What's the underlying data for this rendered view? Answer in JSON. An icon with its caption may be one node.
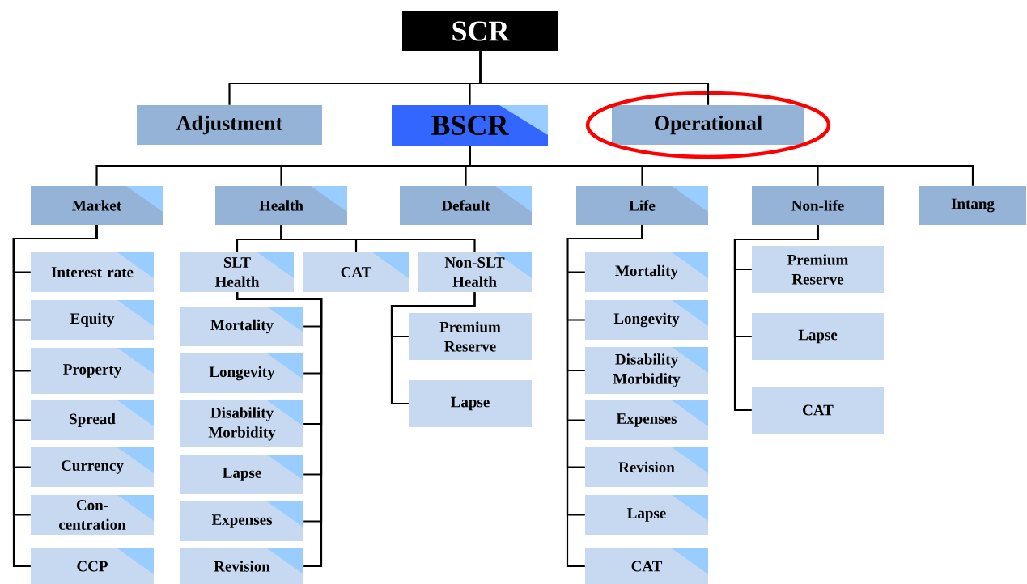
{
  "diagram": {
    "nodes": [
      {
        "text": [
          "SCR"
        ]
      },
      {
        "text": [
          "Adjustment"
        ]
      },
      {
        "text": [
          "BSCR"
        ]
      },
      {
        "text": [
          "Operational"
        ]
      },
      {
        "text": [
          "Market"
        ]
      },
      {
        "text": [
          "Health"
        ]
      },
      {
        "text": [
          "Default"
        ]
      },
      {
        "text": [
          "Life"
        ]
      },
      {
        "text": [
          "Non-life"
        ]
      },
      {
        "text": [
          "Intang"
        ]
      },
      {
        "text": [
          "Interest rate"
        ]
      },
      {
        "text": [
          "Equity"
        ]
      },
      {
        "text": [
          "Property"
        ]
      },
      {
        "text": [
          "Spread"
        ]
      },
      {
        "text": [
          "Currency"
        ]
      },
      {
        "text": [
          "Con- centration"
        ]
      },
      {
        "text": [
          "CCP"
        ]
      },
      {
        "text": [
          "SLT Health"
        ]
      },
      {
        "text": [
          "CAT"
        ]
      },
      {
        "text": [
          "Non-SLT Health"
        ]
      },
      {
        "text": [
          "Mortality"
        ]
      },
      {
        "text": [
          "Longevity"
        ]
      },
      {
        "text": [
          "Disability Morbidity"
        ]
      },
      {
        "text": [
          "Lapse"
        ]
      },
      {
        "text": [
          "Expenses"
        ]
      },
      {
        "text": [
          "Revision"
        ]
      },
      {
        "text": [
          "Premium Reserve"
        ]
      },
      {
        "text": [
          "Lapse"
        ]
      },
      {
        "text": [
          "Mortality"
        ]
      },
      {
        "text": [
          "Longevity"
        ]
      },
      {
        "text": [
          "Disability Morbidity"
        ]
      },
      {
        "text": [
          "Expenses"
        ]
      },
      {
        "text": [
          "Revision"
        ]
      },
      {
        "text": [
          "Lapse"
        ]
      },
      {
        "text": [
          "CAT"
        ]
      },
      {
        "text": [
          "Premium Reserve"
        ]
      },
      {
        "text": [
          "Lapse"
        ]
      },
      {
        "text": [
          "CAT"
        ]
      }
    ],
    "edges": [
      {
        "from": 0,
        "to": 1,
        "arrow": "none"
      },
      {
        "from": 0,
        "to": 2,
        "arrow": "none"
      },
      {
        "from": 0,
        "to": 3,
        "arrow": "none"
      },
      {
        "from": 2,
        "to": 4,
        "arrow": "none"
      },
      {
        "from": 2,
        "to": 5,
        "arrow": "none"
      },
      {
        "from": 2,
        "to": 6,
        "arrow": "none"
      },
      {
        "from": 2,
        "to": 7,
        "arrow": "none"
      },
      {
        "from": 2,
        "to": 8,
        "arrow": "none"
      },
      {
        "from": 2,
        "to": 9,
        "arrow": "none"
      },
      {
        "from": 4,
        "to": 10,
        "arrow": "none"
      },
      {
        "from": 4,
        "to": 11,
        "arrow": "none"
      },
      {
        "from": 4,
        "to": 12,
        "arrow": "none"
      },
      {
        "from": 4,
        "to": 13,
        "arrow": "none"
      },
      {
        "from": 4,
        "to": 14,
        "arrow": "none"
      },
      {
        "from": 4,
        "to": 15,
        "arrow": "none"
      },
      {
        "from": 4,
        "to": 16,
        "arrow": "none"
      },
      {
        "from": 5,
        "to": 17,
        "arrow": "none"
      },
      {
        "from": 5,
        "to": 18,
        "arrow": "none"
      },
      {
        "from": 5,
        "to": 19,
        "arrow": "none"
      },
      {
        "from": 17,
        "to": 20,
        "arrow": "none"
      },
      {
        "from": 17,
        "to": 21,
        "arrow": "none"
      },
      {
        "from": 17,
        "to": 22,
        "arrow": "none"
      },
      {
        "from": 17,
        "to": 23,
        "arrow": "none"
      },
      {
        "from": 17,
        "to": 24,
        "arrow": "none"
      },
      {
        "from": 17,
        "to": 25,
        "arrow": "none"
      },
      {
        "from": 19,
        "to": 26,
        "arrow": "none"
      },
      {
        "from": 19,
        "to": 27,
        "arrow": "none"
      },
      {
        "from": 7,
        "to": 28,
        "arrow": "none"
      },
      {
        "from": 7,
        "to": 29,
        "arrow": "none"
      },
      {
        "from": 7,
        "to": 30,
        "arrow": "none"
      },
      {
        "from": 7,
        "to": 31,
        "arrow": "none"
      },
      {
        "from": 7,
        "to": 32,
        "arrow": "none"
      },
      {
        "from": 7,
        "to": 33,
        "arrow": "none"
      },
      {
        "from": 7,
        "to": 34,
        "arrow": "none"
      },
      {
        "from": 8,
        "to": 35,
        "arrow": "none"
      },
      {
        "from": 8,
        "to": 36,
        "arrow": "none"
      },
      {
        "from": 8,
        "to": 37,
        "arrow": "none"
      }
    ]
  }
}
